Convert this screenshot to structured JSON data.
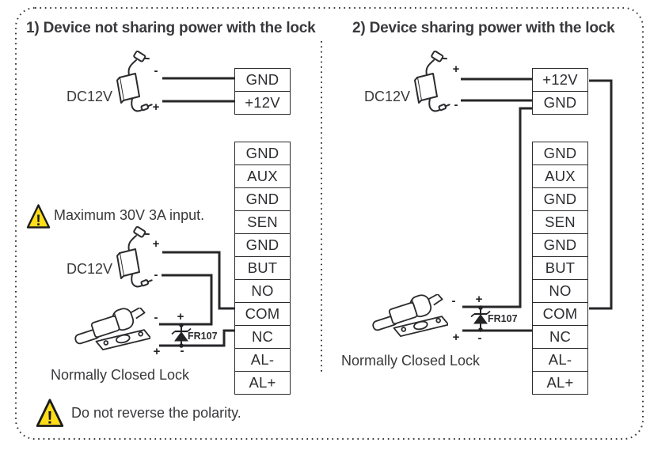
{
  "symbols": {
    "plus": "+",
    "minus": "-",
    "exclamation": "!"
  },
  "colors": {
    "wire": "#27272a",
    "text": "#39393c",
    "warning_yellow": "#ffdd17",
    "background": "#ffffff"
  },
  "panels": {
    "panel1": {
      "title": "1) Device not sharing power with the lock",
      "power_adapter_top_label": "DC12V",
      "power_adapter_bottom_label": "DC12V",
      "power_block": {
        "rows": [
          "GND",
          "+12V"
        ]
      },
      "terminal_block": {
        "rows": [
          "GND",
          "AUX",
          "GND",
          "SEN",
          "GND",
          "BUT",
          "NO",
          "COM",
          "NC",
          "AL-",
          "AL+"
        ]
      },
      "max_input_warning": "Maximum 30V 3A input.",
      "polarity_warning": "Do not reverse the polarity.",
      "lock_caption": "Normally Closed Lock",
      "diode_label": "FR107"
    },
    "panel2": {
      "title": "2) Device sharing power with the lock",
      "power_adapter_label": "DC12V",
      "power_block": {
        "rows": [
          "+12V",
          "GND"
        ]
      },
      "terminal_block": {
        "rows": [
          "GND",
          "AUX",
          "GND",
          "SEN",
          "GND",
          "BUT",
          "NO",
          "COM",
          "NC",
          "AL-",
          "AL+"
        ]
      },
      "lock_caption": "Normally Closed Lock",
      "diode_label": "FR107"
    }
  }
}
